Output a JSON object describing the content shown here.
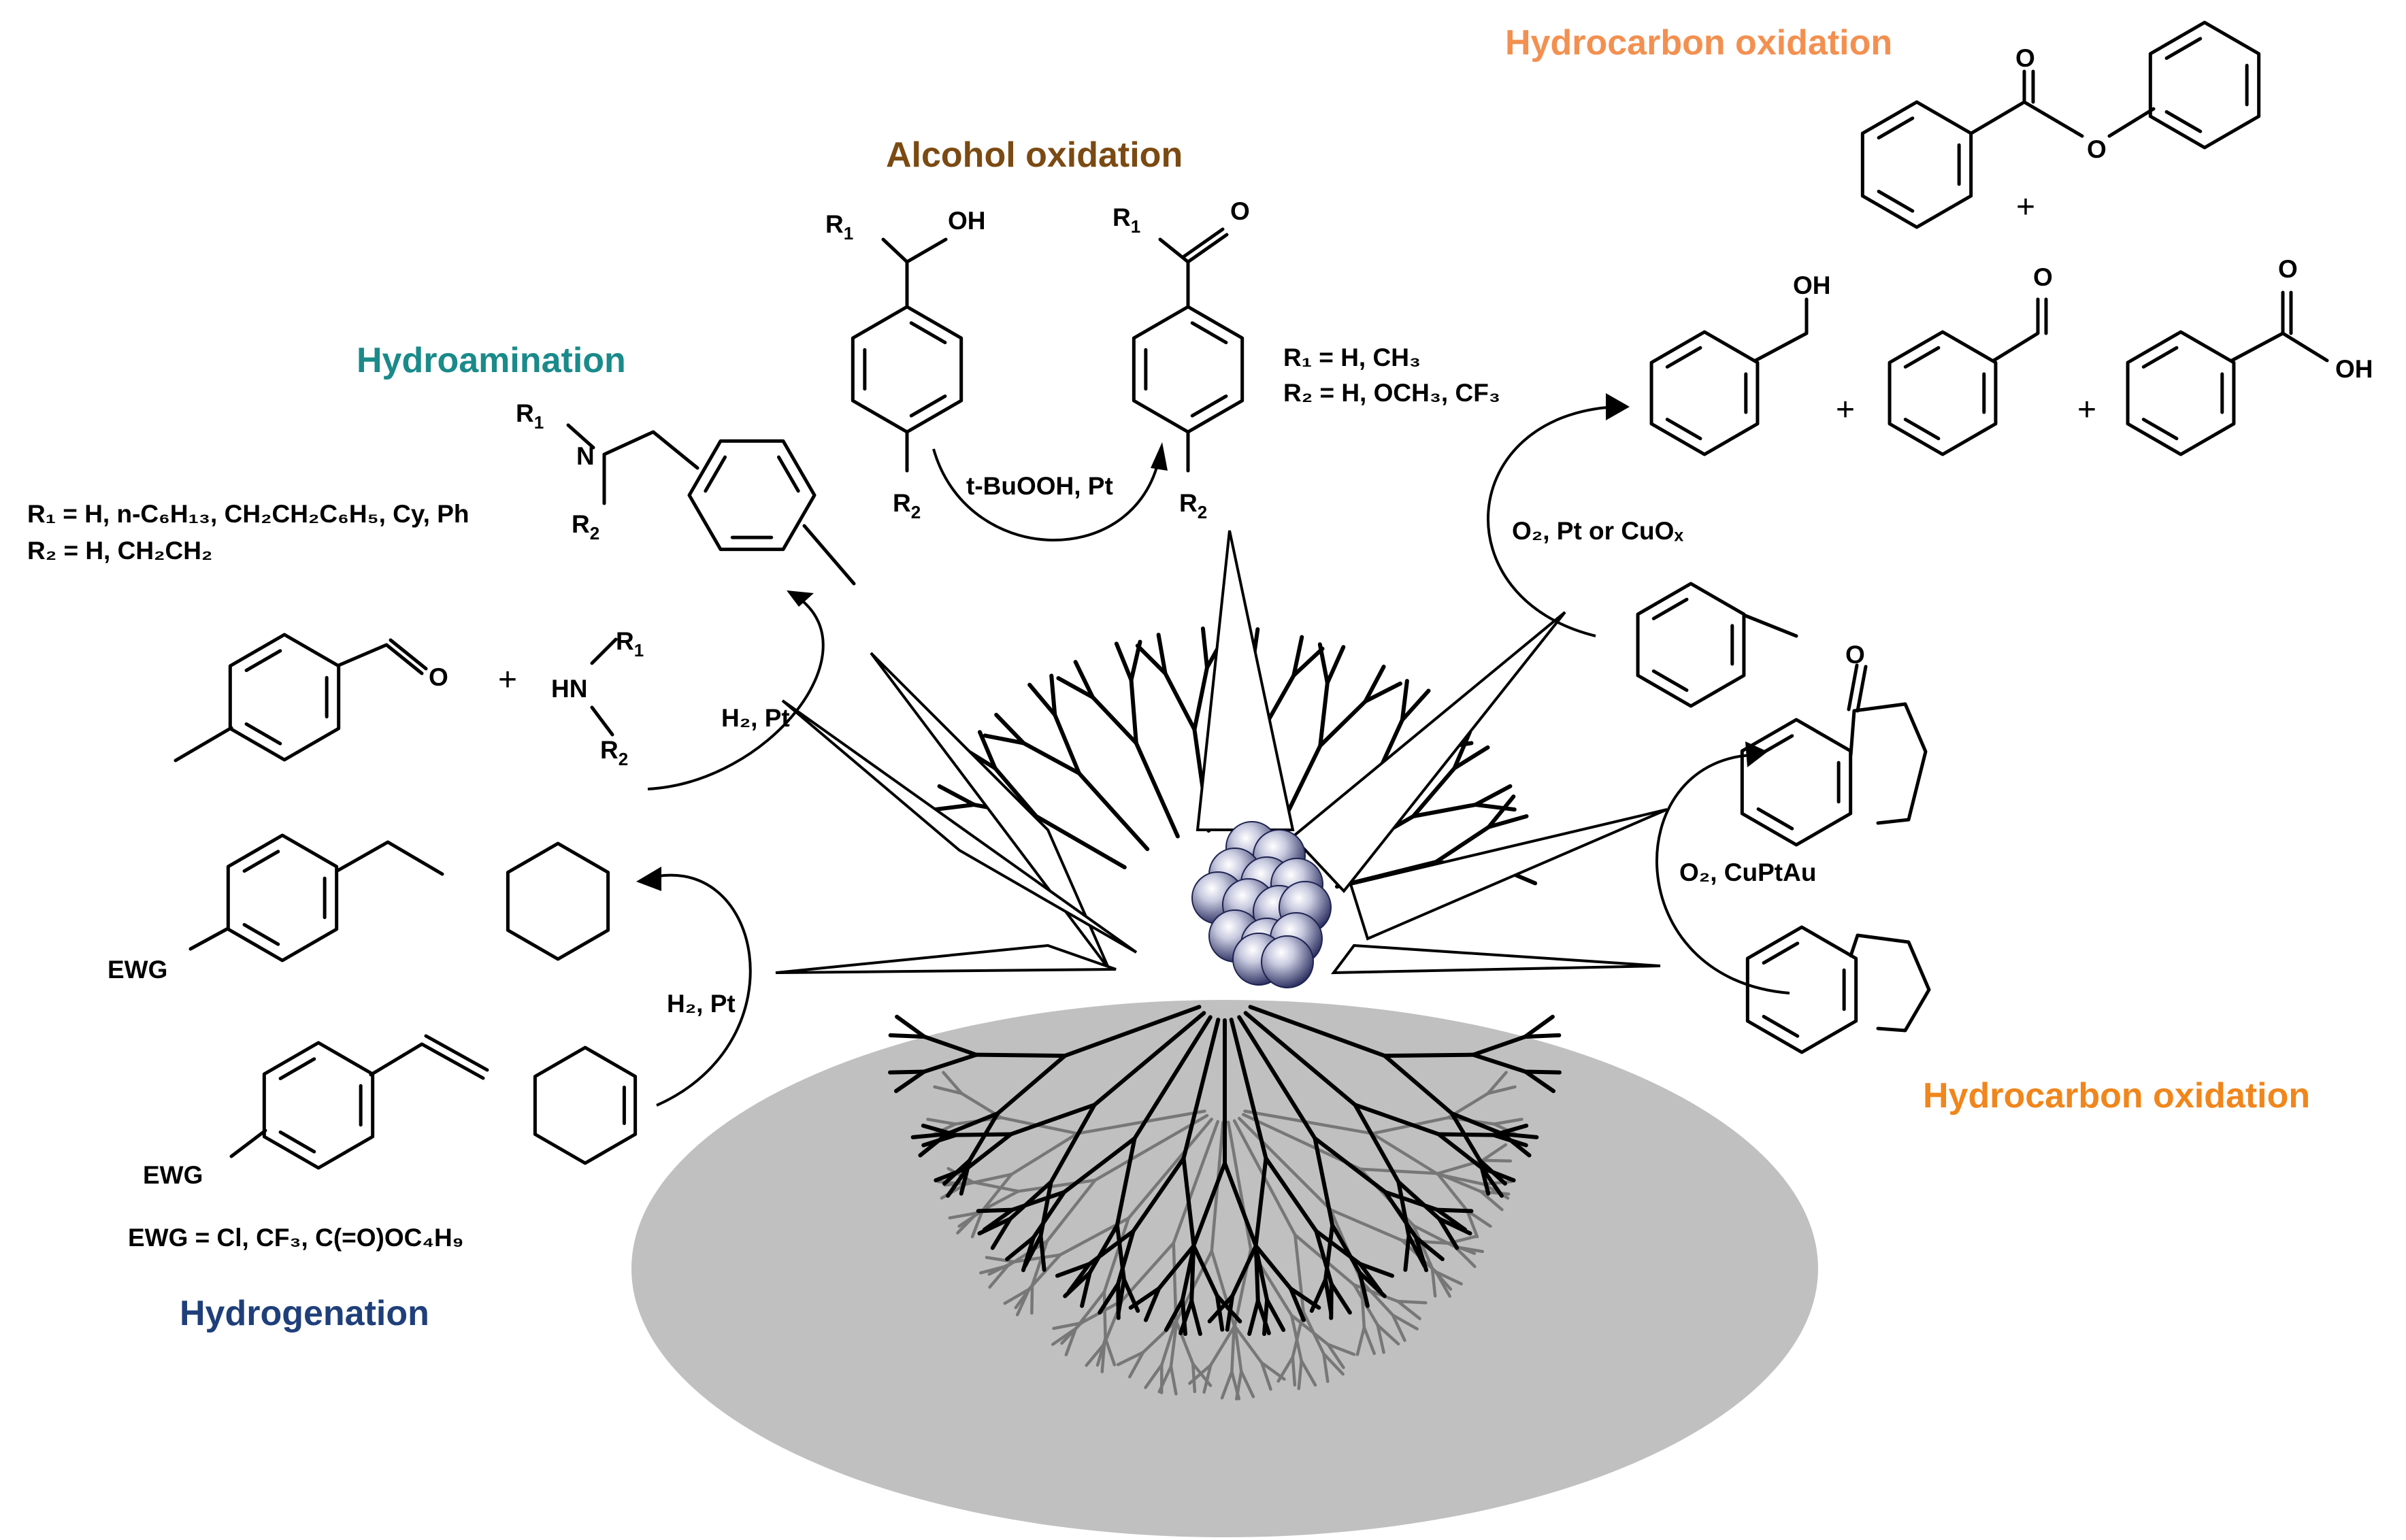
{
  "colors": {
    "alcohol": "#7b4a12",
    "hydroamination": "#1a8a8a",
    "hydrogenation": "#1f3f7a",
    "hydrocarbon_top": "#f39050",
    "hydrocarbon_bottom": "#f0861c",
    "disc": "#c0c0c0",
    "sphere": "#6a6f9a"
  },
  "headings": {
    "hydrocarbon_top": "Hydrocarbon oxidation",
    "alcohol": "Alcohol oxidation",
    "hydroamination": "Hydroamination",
    "hydrocarbon_bottom": "Hydrocarbon oxidation",
    "hydrogenation": "Hydrogenation"
  },
  "alcohol": {
    "r1_left": "R",
    "r1_left_sub": "1",
    "oh": "OH",
    "r1_right": "R",
    "r1_right_sub": "1",
    "o": "O",
    "r2_left": "R",
    "r2_left_sub": "2",
    "r2_right": "R",
    "r2_right_sub": "2",
    "conditions": "t-BuOOH, Pt",
    "subst_r1": "R₁ = H, CH₃",
    "subst_r2": "R₂ = H, OCH₃, CF₃"
  },
  "hydroamination": {
    "r1": "R",
    "r1_sub": "1",
    "n": "N",
    "r2": "R",
    "r2_sub": "2",
    "subst_r1": "R₁ = H, n-C₆H₁₃, CH₂CH₂C₆H₅, Cy, Ph",
    "subst_r2": "R₂ = H, CH₂CH₂",
    "aldehyde_o": "O",
    "plus": "+",
    "hn": "HN",
    "amine_r1": "R",
    "amine_r1_sub": "1",
    "amine_r2": "R",
    "amine_r2_sub": "2",
    "conditions": "H₂, Pt"
  },
  "hydrogenation": {
    "ewg_top": "EWG",
    "ewg_bottom": "EWG",
    "conditions": "H₂, Pt",
    "ewg_def": "EWG = Cl, CF₃, C(=O)OC₄H₉"
  },
  "hydrocarbon_top": {
    "ester_o_carbonyl": "O",
    "ester_o": "O",
    "plus1": "+",
    "alcohol_oh": "OH",
    "plus2": "+",
    "aldehyde_o": "O",
    "plus3": "+",
    "acid_o": "O",
    "acid_oh": "OH",
    "conditions": "O₂, Pt or CuOₓ"
  },
  "hydrocarbon_bottom": {
    "ketone_o": "O",
    "conditions": "O₂, CuPtAu"
  }
}
